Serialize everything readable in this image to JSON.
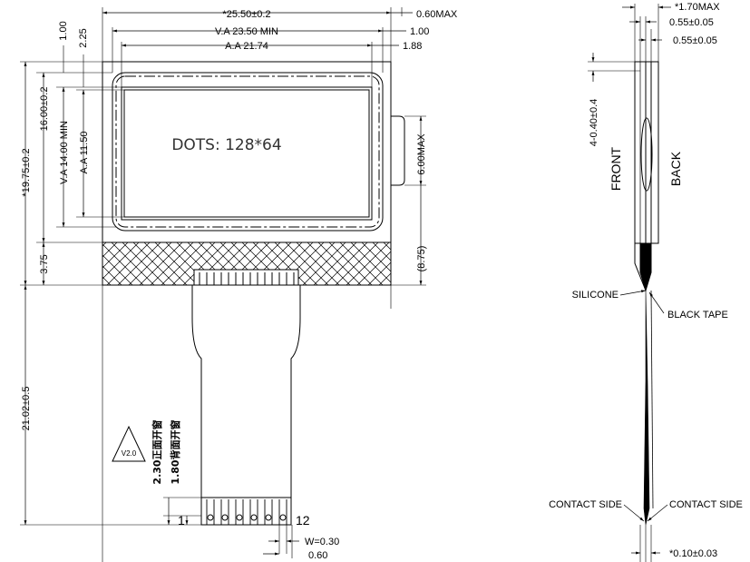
{
  "front_view": {
    "outline_width": "*25.50±0.2",
    "outline_offset": "0.60MAX",
    "va_width": "V.A 23.50 MIN",
    "va_offset": "1.00",
    "aa_width": "A.A 21.74",
    "aa_offset": "1.88",
    "top_offset_a": "1.00",
    "top_offset_b": "2.25",
    "outline_height": "*19.75±0.2",
    "glass_height": "16.00±0.2",
    "va_height": "V.A 14.00 MIN",
    "aa_height": "A.A 11.50",
    "tape_height": "3.75",
    "fpc_length": "21.02±0.5",
    "side_height": "6.00MAX",
    "ref_height": "(8.75)",
    "dots_label": "DOTS: 128*64",
    "pin_first": "1",
    "pin_last": "12",
    "pitch_w": "W=0.30",
    "pitch_p": "0.60",
    "front_window": "2.30正面开窗",
    "back_window": "1.80背面开窗",
    "revision": "V2.0"
  },
  "side_view": {
    "thickness": "*1.70MAX",
    "layer_a": "0.55±0.05",
    "layer_b": "0.55±0.05",
    "side_offset": "4-0.40±0.4",
    "front_label": "FRONT",
    "back_label": "BACK",
    "silicone_label": "SILICONE",
    "black_tape_label": "BLACK TAPE",
    "contact_left": "CONTACT SIDE",
    "contact_right": "CONTACT SIDE",
    "fpc_thickness": "*0.10±0.03"
  }
}
